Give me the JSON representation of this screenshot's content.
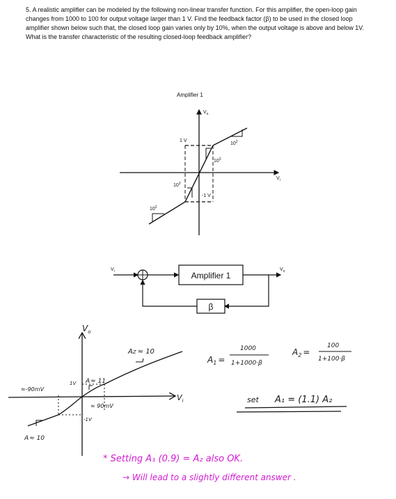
{
  "question": {
    "text": "5. A realistic amplifier can be modeled by the following non-linear transfer function. For this amplifier, the open-loop gain changes from 1000 to 100 for output voltage larger than 1 V. Find the feedback factor (β) to be used in the closed loop amplifier shown below such that, the closed loop gain varies only by 10%, when the output voltage is above and below 1V.  What is the transfer characteristic of the resulting closed-loop feedback amplifier?"
  },
  "transfer_plot": {
    "title": "Amplifier 1",
    "vo_label": "V",
    "vo_sub": "o",
    "vi_label": "V",
    "vi_sub": "i",
    "pos_1v": "1 V",
    "neg_1v": "-1 V",
    "slope_upper_outer": "10",
    "slope_upper_outer_exp": "2",
    "slope_upper_inner": "10",
    "slope_upper_inner_exp": "3",
    "slope_lower_inner": "10",
    "slope_lower_inner_exp": "3",
    "slope_lower_outer": "10",
    "slope_lower_outer_exp": "2"
  },
  "block_diagram": {
    "input_label": "V",
    "input_sub": "i",
    "output_label": "V",
    "output_sub": "o",
    "amplifier_label": "Amplifier 1",
    "feedback_label": "β"
  },
  "handwritten": {
    "vo_label": "V",
    "vo_sub": "o",
    "vi_label": "V",
    "vi_sub": "i",
    "a2_upper": "A",
    "a2_upper_rest": "Z",
    "a2_upper_val": "≈ 10",
    "a1_label": "A",
    "a1_val": "≈ 11",
    "one_v": "1V",
    "neg_one_v": "-1V",
    "approx_90mv_left": "≈-90mV",
    "approx_90mv_mid": "≈ 90mV",
    "a2_lower": "A",
    "a2_lower_val": "≈ 10",
    "a1_formula_lhs": "A",
    "a1_formula_eq": "=",
    "a1_num": "1000",
    "a1_den": "1+1000·β",
    "a2_formula_lhs": "A",
    "a2_formula_eq": "=",
    "a2_num": "100",
    "a2_den": "1+100·β",
    "set_text": "set",
    "set_eq": "A₁ = (1.1) A₂",
    "note_line1": "* Setting  A₁ (0.9) = A₂   also  OK.",
    "note_line2": "→ Will  lead  to  a  slightly  different  answer ."
  }
}
